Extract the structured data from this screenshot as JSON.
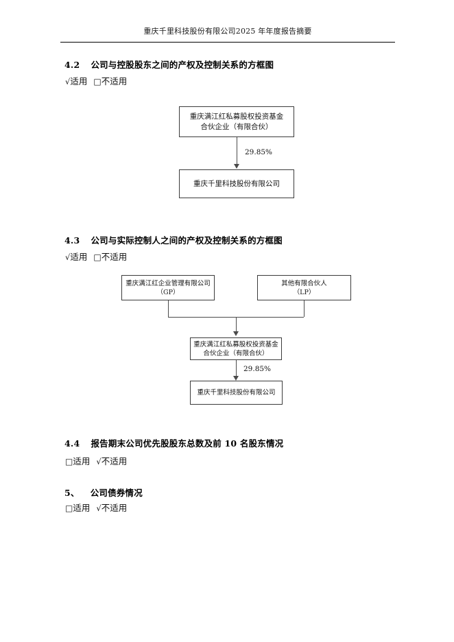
{
  "header": {
    "running_title": "重庆千里科技股份有限公司2025 年年度报告摘要"
  },
  "sections": [
    {
      "number": "4.2",
      "title": "公司与控股股东之间的产权及控制关系的方框图",
      "applicable_label": "适用",
      "not_applicable_label": "不适用",
      "applicable_mark": "√",
      "not_applicable_mark": "□"
    },
    {
      "number": "4.3",
      "title": "公司与实际控制人之间的产权及控制关系的方框图",
      "applicable_label": "适用",
      "not_applicable_label": "不适用",
      "applicable_mark": "√",
      "not_applicable_mark": "□"
    },
    {
      "number": "4.4",
      "title": "报告期末公司优先股股东总数及前 10 名股东情况",
      "applicable_label": "适用",
      "not_applicable_label": "不适用",
      "applicable_mark": "□",
      "not_applicable_mark": "√"
    },
    {
      "number": "5、",
      "title": "公司债券情况",
      "applicable_label": "适用",
      "not_applicable_label": "不适用",
      "applicable_mark": "□",
      "not_applicable_mark": "√"
    }
  ],
  "diagram_controlling_shareholder": {
    "nodes": {
      "fund": "重庆满江红私募股权投资基金\n合伙企业（有限合伙）",
      "listed_company": "重庆千里科技股份有限公司"
    },
    "edge_label": "29.85%"
  },
  "diagram_actual_controller": {
    "nodes": {
      "gp": "重庆满江红企业管理有限公司\n（GP）",
      "lp": "其他有限合伙人\n（LP）",
      "fund": "重庆满江红私募股权投资基金\n合伙企业（有限合伙）",
      "listed_company": "重庆千里科技股份有限公司"
    },
    "edge_label": "29.85%"
  }
}
